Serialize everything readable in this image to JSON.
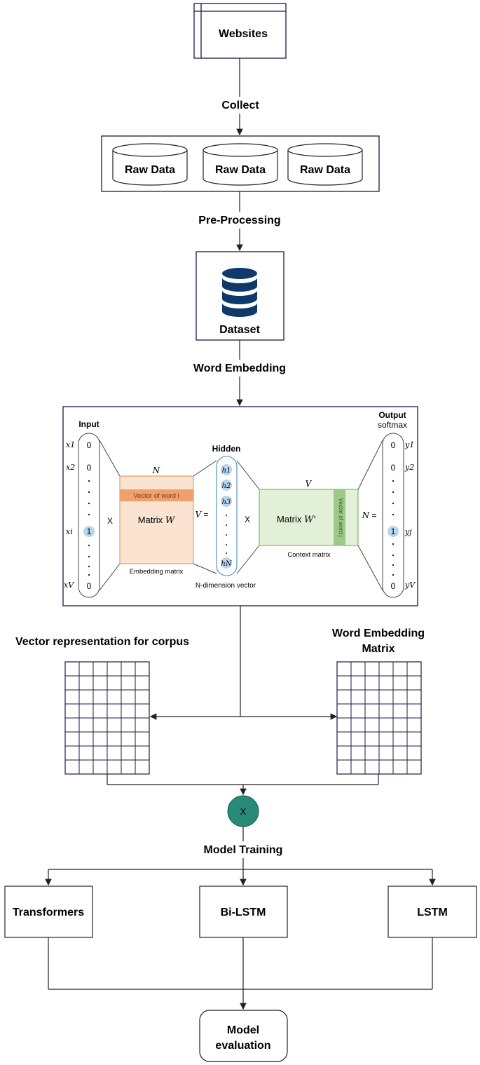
{
  "nodes": {
    "websites": "Websites",
    "raw_data": [
      "Raw Data",
      "Raw Data",
      "Raw Data"
    ],
    "dataset": "Dataset",
    "multiply_symbol": "X",
    "transformers": "Transformers",
    "bilstm": "Bi-LSTM",
    "lstm": "LSTM",
    "evaluation_line1": "Model",
    "evaluation_line2": "evaluation"
  },
  "edges": {
    "collect": "Collect",
    "preprocessing": "Pre-Processing",
    "word_embedding": "Word Embedding",
    "model_training": "Model Training"
  },
  "embedding": {
    "input_title": "Input",
    "input_symbols": [
      "x1",
      "x2",
      "xi",
      "xV"
    ],
    "input_values": [
      "0",
      "0",
      "1",
      "0"
    ],
    "hidden_title": "Hidden",
    "hidden_symbols": [
      "h1",
      "h2",
      "h3",
      "hN"
    ],
    "hidden_caption": "N-dimension vector",
    "output_title": "Output",
    "output_subtitle": "softmax",
    "output_symbols": [
      "y1",
      "y2",
      "yj",
      "yV"
    ],
    "output_values": [
      "0",
      "0",
      "1",
      "0"
    ],
    "times": "X",
    "equals": "=",
    "matrix_w_label": "Matrix",
    "matrix_w_symbol": "W",
    "matrix_w_top": "N",
    "matrix_w_side": "V",
    "matrix_w_row": "Vector of word i",
    "matrix_w_caption": "Embedding matrix",
    "matrix_wp_label": "Matrix",
    "matrix_wp_symbol": "W'",
    "matrix_wp_top": "V",
    "matrix_wp_side": "N",
    "matrix_wp_col": "Vector of word j",
    "matrix_wp_caption": "Context matrix"
  },
  "grids": {
    "left_title": "Vector representation for corpus",
    "right_title_line1": "Word Embedding",
    "right_title_line2": "Matrix"
  },
  "colors": {
    "box_stroke": "#1a1a4a",
    "matrix_w_fill": "#fbe3d2",
    "matrix_w_row": "#f0a070",
    "matrix_wp_fill": "#e2f0d8",
    "matrix_wp_col": "#9cc98a",
    "hidden_dot": "#b9d5ee",
    "db_icon": "#0d3a6a",
    "op_node": "#2a8a7a"
  }
}
